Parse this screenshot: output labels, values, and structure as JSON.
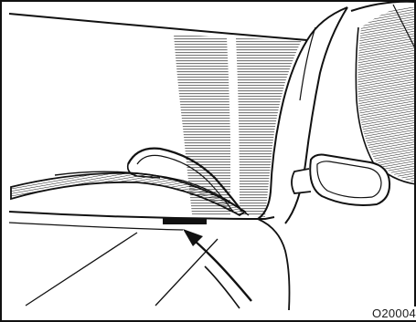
{
  "figure": {
    "code": "O20004",
    "colors": {
      "ink": "#111111",
      "paper": "#ffffff"
    },
    "parts": [
      "windshield",
      "a-pillar",
      "door-mirror",
      "hood",
      "vin-plate",
      "pointer-arrow"
    ]
  }
}
